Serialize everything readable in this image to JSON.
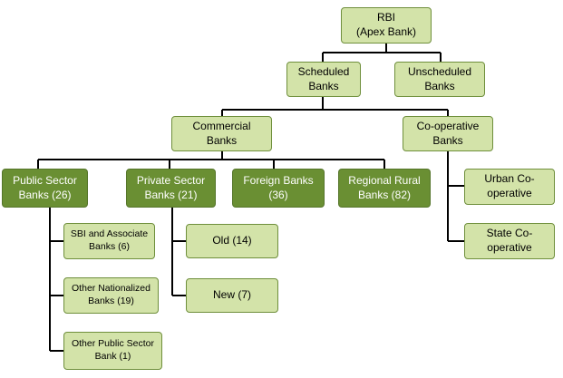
{
  "nodes": {
    "rbi": {
      "line1": "RBI",
      "line2": "(Apex Bank)"
    },
    "scheduled": {
      "line1": "Scheduled",
      "line2": "Banks"
    },
    "unscheduled": {
      "line1": "Unscheduled",
      "line2": "Banks"
    },
    "commercial": {
      "line1": "Commercial",
      "line2": "Banks"
    },
    "cooperative": {
      "line1": "Co-operative",
      "line2": "Banks"
    },
    "public_sector": {
      "line1": "Public Sector",
      "line2": "Banks (26)"
    },
    "private_sector": {
      "line1": "Private Sector",
      "line2": "Banks (21)"
    },
    "foreign": {
      "line1": "Foreign Banks",
      "line2": "(36)"
    },
    "regional_rural": {
      "line1": "Regional Rural",
      "line2": "Banks (82)"
    },
    "sbi_associate": {
      "line1": "SBI and Associate",
      "line2": "Banks (6)"
    },
    "other_nationalized": {
      "line1": "Other Nationalized",
      "line2": "Banks (19)"
    },
    "other_public": {
      "line1": "Other Public Sector",
      "line2": "Bank (1)"
    },
    "old": {
      "line1": "Old (14)"
    },
    "new": {
      "line1": "New (7)"
    },
    "urban_coop": {
      "line1": "Urban Co-",
      "line2": "operative"
    },
    "state_coop": {
      "line1": "State Co-",
      "line2": "operative"
    }
  },
  "colors": {
    "light_fill": "#d3e3a9",
    "dark_fill": "#6a8f33",
    "connector": "#000000"
  }
}
